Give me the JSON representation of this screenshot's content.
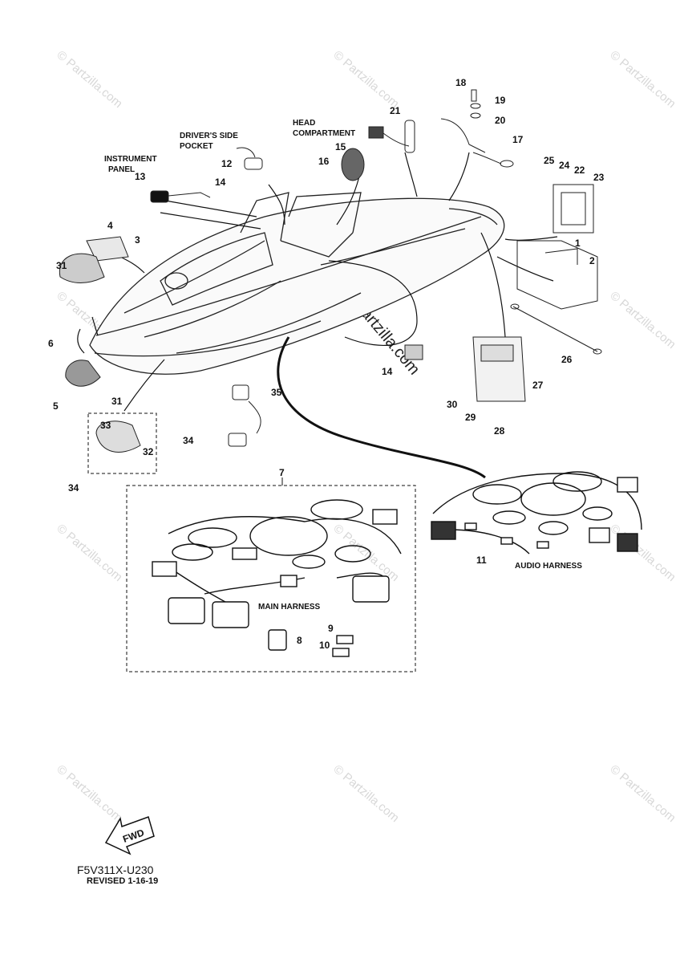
{
  "watermark": "© Partzilla.com",
  "section_labels": {
    "instrument_panel_1": "INSTRUMENT",
    "instrument_panel_2": "PANEL",
    "drivers_pocket_1": "DRIVER'S SIDE",
    "drivers_pocket_2": "POCKET",
    "head_comp_1": "HEAD",
    "head_comp_2": "COMPARTMENT",
    "main_harness": "MAIN HARNESS",
    "audio_harness": "AUDIO HARNESS"
  },
  "callouts": [
    "1",
    "2",
    "3",
    "4",
    "5",
    "6",
    "7",
    "8",
    "9",
    "10",
    "11",
    "12",
    "13",
    "14",
    "14",
    "15",
    "16",
    "17",
    "18",
    "19",
    "20",
    "21",
    "22",
    "23",
    "24",
    "25",
    "26",
    "27",
    "28",
    "29",
    "30",
    "31",
    "31",
    "32",
    "33",
    "34",
    "34",
    "35"
  ],
  "fwd_label": "FWD",
  "diagram_code": "F5V311X-U230",
  "revision": "REVISED 1-16-19"
}
